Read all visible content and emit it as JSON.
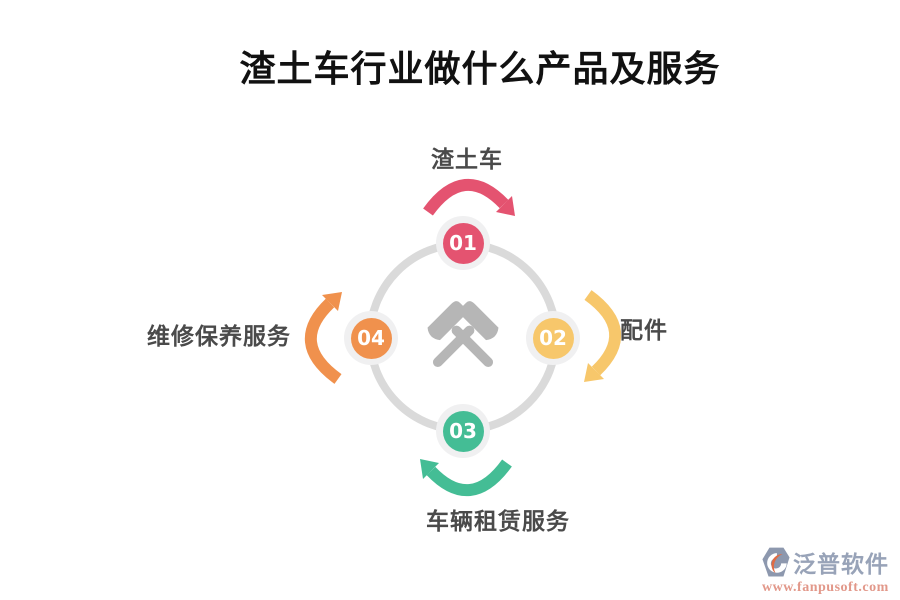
{
  "title": "渣土车行业做什么产品及服务",
  "diagram": {
    "type": "cycle",
    "flow_direction": "clockwise",
    "ring_color": "#dadada",
    "center_icon": "crossed-hammers",
    "icon_color": "#b6b6b6",
    "node_halo_color": "#f0f0f1",
    "nodes": [
      {
        "number": "01",
        "label": "渣土车",
        "color": "#e45370",
        "position": "top"
      },
      {
        "number": "02",
        "label": "配件",
        "color": "#f7c76b",
        "position": "right"
      },
      {
        "number": "03",
        "label": "车辆租赁服务",
        "color": "#44bd95",
        "position": "bottom"
      },
      {
        "number": "04",
        "label": "维修保养服务",
        "color": "#f0914d",
        "position": "left"
      }
    ]
  },
  "footer": {
    "brand_name": "泛普软件",
    "website": "www.fanpusoft.com",
    "brand_color": "#98a3b8",
    "website_color": "#e2988a",
    "logo_colors": {
      "base": "#8d98ae",
      "accent": "#e06b43"
    }
  }
}
